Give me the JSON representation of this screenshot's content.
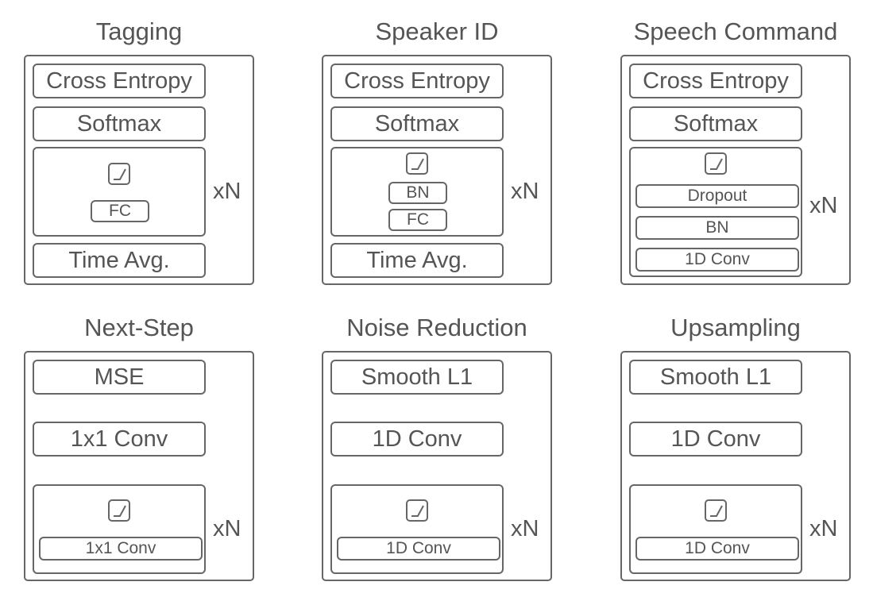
{
  "panels": [
    {
      "title": "Tagging",
      "loss": "Cross Entropy",
      "head": "Softmax",
      "block_layers": [
        "FC"
      ],
      "repeat": "xN",
      "bottom": "Time Avg."
    },
    {
      "title": "Speaker ID",
      "loss": "Cross Entropy",
      "head": "Softmax",
      "block_layers": [
        "BN",
        "FC"
      ],
      "repeat": "xN",
      "bottom": "Time Avg."
    },
    {
      "title": "Speech Command",
      "loss": "Cross Entropy",
      "head": "Softmax",
      "block_layers": [
        "Dropout",
        "BN",
        "1D Conv"
      ],
      "repeat": "xN"
    },
    {
      "title": "Next-Step",
      "loss": "MSE",
      "head": "1x1 Conv",
      "block_layers": [
        "1x1 Conv"
      ],
      "repeat": "xN"
    },
    {
      "title": "Noise Reduction",
      "loss": "Smooth L1",
      "head": "1D Conv",
      "block_layers": [
        "1D Conv"
      ],
      "repeat": "xN"
    },
    {
      "title": "Upsampling",
      "loss": "Smooth L1",
      "head": "1D Conv",
      "block_layers": [
        "1D Conv"
      ],
      "repeat": "xN"
    }
  ],
  "icons": {
    "activation": "relu-activation-icon"
  },
  "colors": {
    "stroke": "#666666",
    "text": "#555555",
    "background": "#ffffff"
  }
}
